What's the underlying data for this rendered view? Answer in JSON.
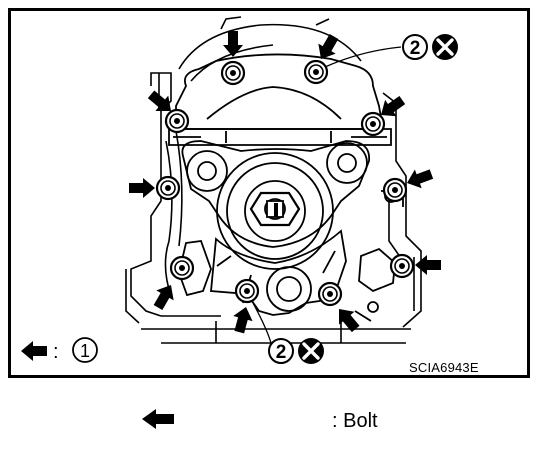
{
  "figure": {
    "callout_top": {
      "number": "②",
      "mark": "✕"
    },
    "callout_bottom": {
      "number": "②",
      "mark": "✕"
    },
    "legend": {
      "colon": ":",
      "number": "①"
    },
    "code": "SCIA6943E"
  },
  "footer": {
    "label": ": Bolt"
  },
  "icons": {
    "arrow": "bolt-pointer-arrow-icon",
    "cross": "do-not-reuse-cross-icon"
  },
  "colors": {
    "ink": "#000000",
    "paper": "#ffffff"
  }
}
